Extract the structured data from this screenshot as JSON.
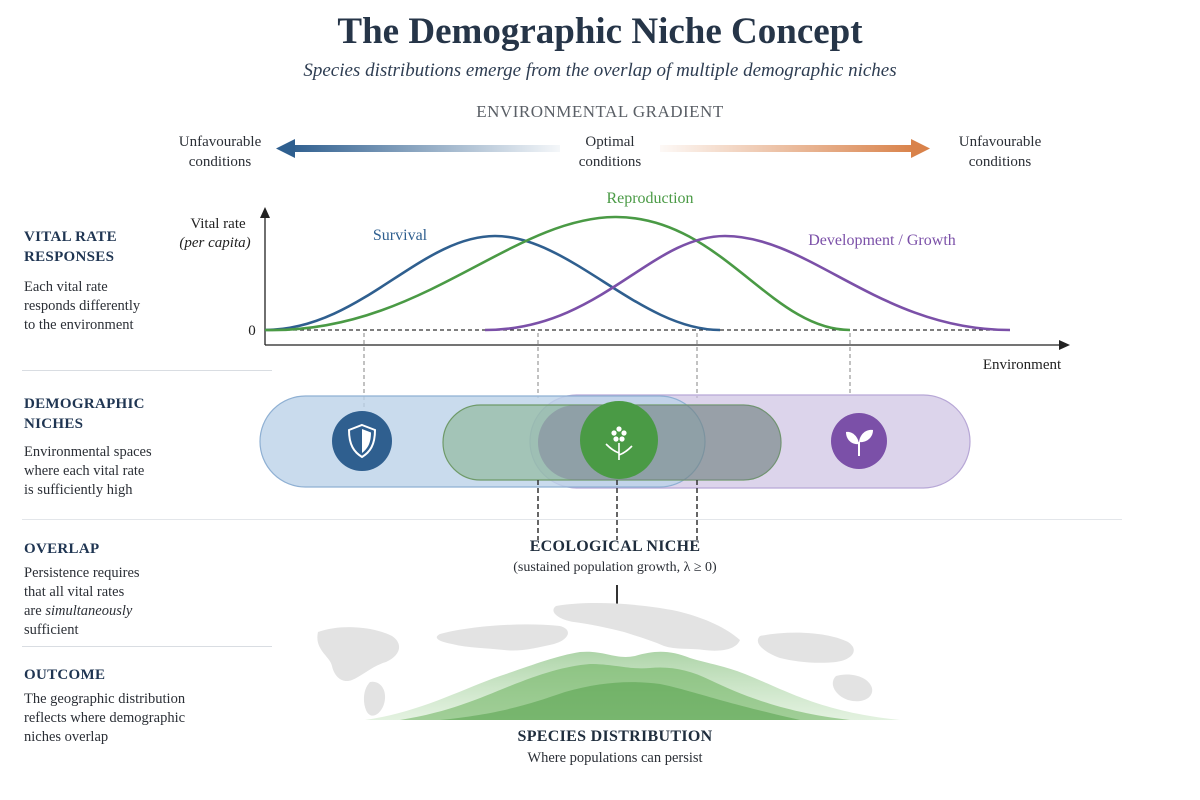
{
  "title": "The Demographic Niche Concept",
  "subtitle": "Species distributions emerge from the overlap of multiple demographic niches",
  "gradient": {
    "title": "ENVIRONMENTAL GRADIENT",
    "left": [
      "Unfavourable",
      "conditions"
    ],
    "middle": [
      "Optimal",
      "conditions"
    ],
    "right": [
      "Unfavourable",
      "conditions"
    ]
  },
  "sections": {
    "vital_rate": {
      "title": [
        "VITAL RATE",
        "RESPONSES"
      ],
      "body": [
        "Each vital rate",
        "responds differently",
        "to the environment"
      ]
    },
    "niches": {
      "title": [
        "DEMOGRAPHIC",
        "NICHES"
      ],
      "body": [
        "Environmental spaces",
        "where each vital rate",
        "is sufficiently high"
      ]
    },
    "overlap": {
      "title": "OVERLAP",
      "body_1": "Persistence requires",
      "body_2": "that all vital rates",
      "body_3a": "are ",
      "body_3b": "simultaneously",
      "body_4": "sufficient"
    },
    "outcome": {
      "title": "OUTCOME",
      "body": [
        "The geographic distribution",
        "reflects where demographic",
        "niches overlap"
      ]
    }
  },
  "plot": {
    "ylabel": "Vital rate",
    "ylabel_sub": "(per capita)",
    "xlabel": "Environment",
    "zero_label": "0"
  },
  "curves": [
    {
      "name": "Survival",
      "color": "#2f5f8f"
    },
    {
      "name": "Reproduction",
      "color": "#4a9a45"
    },
    {
      "name": "Development / Growth",
      "color": "#7b50a8"
    }
  ],
  "ecological_niche": {
    "title": "ECOLOGICAL NICHE",
    "subtitle": "(sustained population growth, λ ≥ 0)"
  },
  "distribution": {
    "title": "SPECIES DISTRIBUTION",
    "subtitle": "Where populations can persist"
  },
  "icons": {
    "survival": "shield-icon",
    "reproduction": "flower-icon",
    "growth": "sprout-icon"
  },
  "colors": {
    "survival": "#2f5f8f",
    "reproduction": "#4a9a45",
    "growth": "#7b50a8",
    "heading": "#1f3552"
  }
}
